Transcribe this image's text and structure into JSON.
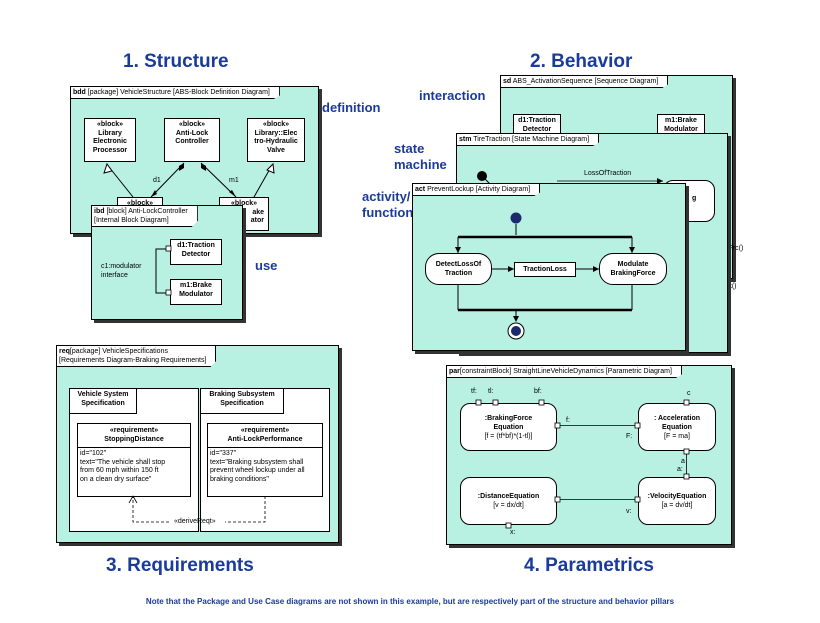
{
  "headings": {
    "structure": "1. Structure",
    "behavior": "2. Behavior",
    "requirements": "3. Requirements",
    "parametrics": "4. Parametrics"
  },
  "side_labels": {
    "definition": "definition",
    "use": "use",
    "interaction": "interaction",
    "state": "state",
    "machine": "machine",
    "activity": "activity/",
    "function": "function"
  },
  "bdd": {
    "kind": "bdd",
    "header": "[package] VehicleStructure [ABS-Block Definition Diagram]",
    "blocks": {
      "library_processor": [
        "«block»",
        "Library",
        "Electronic",
        "Processor"
      ],
      "abs_controller": [
        "«block»",
        "Anti-Lock",
        "Controller"
      ],
      "hydraulic_valve": [
        "«block»",
        "Library::Elec",
        "tro-Hydraulic",
        "Valve"
      ],
      "lower_left": "«block»",
      "lower_right": [
        "«block»",
        "ake",
        "ator"
      ]
    },
    "roles": {
      "d1": "d1",
      "m1": "m1"
    }
  },
  "ibd": {
    "kind": "ibd",
    "header_line1": "[block] Anti-LockController",
    "header_line2": "[Internal Block Diagram]",
    "parts": {
      "traction": [
        "d1:Traction",
        "Detector"
      ],
      "brake": [
        "m1:Brake",
        "Modulator"
      ]
    },
    "connector": [
      "c1:modulator",
      "interface"
    ]
  },
  "sd": {
    "kind": "sd",
    "header": "ABS_ActivationSequence [Sequence Diagram]",
    "lifelines": {
      "traction": [
        "d1:Traction",
        "Detector"
      ],
      "brake": [
        "m1:Brake",
        "Modulator"
      ]
    },
    "messages": {
      "frc": "kFrc()",
      "ack": "sendAck()"
    }
  },
  "stm": {
    "kind": "stm",
    "header": "TireTraction [State Machine Diagram]",
    "transition": "LossOfTraction",
    "state_fragment": "g"
  },
  "act": {
    "kind": "act",
    "header": "PreventLockup [Activity Diagram]",
    "actions": {
      "detect": [
        "DetectLossOf",
        "Traction"
      ],
      "modulate": [
        "Modulate",
        "BrakingForce"
      ]
    },
    "object_node": "TractionLoss"
  },
  "req": {
    "kind": "req",
    "header_line1": "[package] VehicleSpecifications",
    "header_line2": "[Requirements Diagram-Braking Requirements]",
    "packages": {
      "vehicle": [
        "Vehicle System",
        "Specification"
      ],
      "braking": [
        "Braking Subsystem",
        "Specification"
      ]
    },
    "requirements": {
      "stopping": {
        "stereo": "«requirement»",
        "name": "StoppingDistance",
        "lines": [
          "id=\"102\"",
          "text=\"The vehicle shall stop",
          "from 60 mph within 150 ft",
          "on a clean dry surface\""
        ]
      },
      "antilock": {
        "stereo": "«requirement»",
        "name": "Anti-LockPerformance",
        "lines": [
          "id=\"337\"",
          "text=\"Braking subsystem shall",
          "prevent wheel lockup under all",
          "braking conditions\""
        ]
      }
    },
    "relation": "«deriveReqt»"
  },
  "par": {
    "kind": "par",
    "header": "[constraintBlock] StraightLineVehicleDynamics [Parametric Diagram]",
    "constraints": {
      "braking": [
        ":BrakingForce",
        "Equation",
        "[f = (tf*bf)*(1-tl)]"
      ],
      "acceleration": [
        ": Acceleration",
        "Equation",
        "[F = ma]"
      ],
      "distance": [
        ":DistanceEquation",
        "[v = dx/dt]"
      ],
      "velocity": [
        ":VelocityEquation",
        "[a = dv/dt]"
      ]
    },
    "params": {
      "tf": "tf:",
      "tl": "tl:",
      "bf": "bf:",
      "c": "c",
      "f": "f:",
      "F": "F:",
      "a1": "a",
      "a2": "a:",
      "v": "v:",
      "x": "x:"
    }
  },
  "footnote": "Note that the Package and Use Case diagrams are not shown in this example, but are respectively part of the structure and behavior pillars"
}
